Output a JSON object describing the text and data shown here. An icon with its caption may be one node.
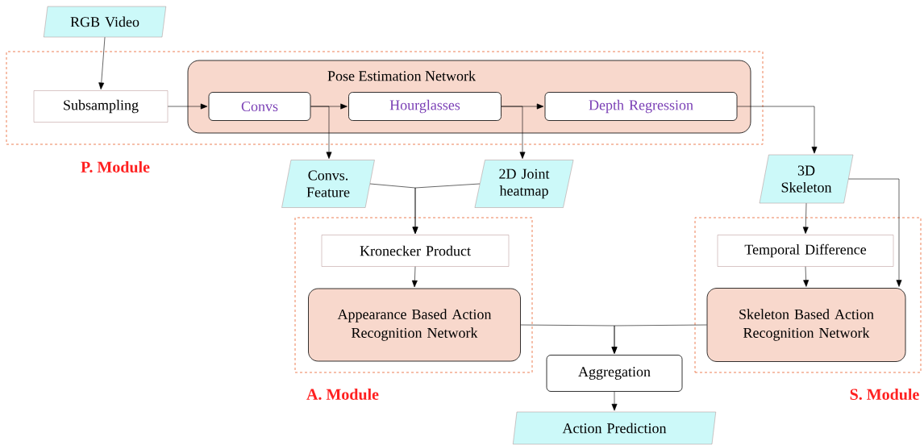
{
  "diagram": {
    "nodes": [
      {
        "text": [
          "RGB Video"
        ]
      },
      {
        "text": [
          "P. Module"
        ]
      },
      {
        "text": [
          "Subsampling"
        ],
        "in": 1
      },
      {
        "text": [
          "Pose Estimation Network"
        ],
        "in": 1
      },
      {
        "text": [
          "Convs"
        ],
        "in": 3
      },
      {
        "text": [
          "Hourglasses"
        ],
        "in": 3
      },
      {
        "text": [
          "Depth Regression"
        ],
        "in": 3
      },
      {
        "text": [
          "Convs. Feature"
        ]
      },
      {
        "text": [
          "2D Joint heatmap"
        ]
      },
      {
        "text": [
          "3D Skeleton"
        ]
      },
      {
        "text": [
          "A. Module"
        ]
      },
      {
        "text": [
          "Kronecker Product"
        ],
        "in": 10
      },
      {
        "text": [
          "Appearance Based Action Recognition Network"
        ],
        "in": 10
      },
      {
        "text": [
          "S. Module"
        ]
      },
      {
        "text": [
          "Temporal Difference"
        ],
        "in": 13
      },
      {
        "text": [
          "Skeleton Based Action Recognition Network"
        ],
        "in": 13
      },
      {
        "text": [
          "Aggregation"
        ]
      },
      {
        "text": [
          "Action Prediction"
        ]
      }
    ],
    "edges": [
      {
        "from": 0,
        "to": 2,
        "arrow": "to"
      },
      {
        "from": 2,
        "to": 4,
        "arrow": "to"
      },
      {
        "from": 4,
        "to": 5,
        "arrow": "to"
      },
      {
        "from": 5,
        "to": 6,
        "arrow": "to"
      },
      {
        "from": 4,
        "to": 7,
        "arrow": "to"
      },
      {
        "from": 5,
        "to": 8,
        "arrow": "to"
      },
      {
        "from": 6,
        "to": 9,
        "arrow": "to"
      },
      {
        "from": 7,
        "to": 11,
        "arrow": "to"
      },
      {
        "from": 8,
        "to": 11,
        "arrow": "to"
      },
      {
        "from": 11,
        "to": 12,
        "arrow": "to"
      },
      {
        "from": 9,
        "to": 14,
        "arrow": "to"
      },
      {
        "from": 9,
        "to": 15,
        "arrow": "to"
      },
      {
        "from": 14,
        "to": 15,
        "arrow": "to"
      },
      {
        "from": 12,
        "to": 16,
        "arrow": "to"
      },
      {
        "from": 15,
        "to": 16,
        "arrow": "to"
      },
      {
        "from": 16,
        "to": 17,
        "arrow": "to"
      }
    ]
  }
}
